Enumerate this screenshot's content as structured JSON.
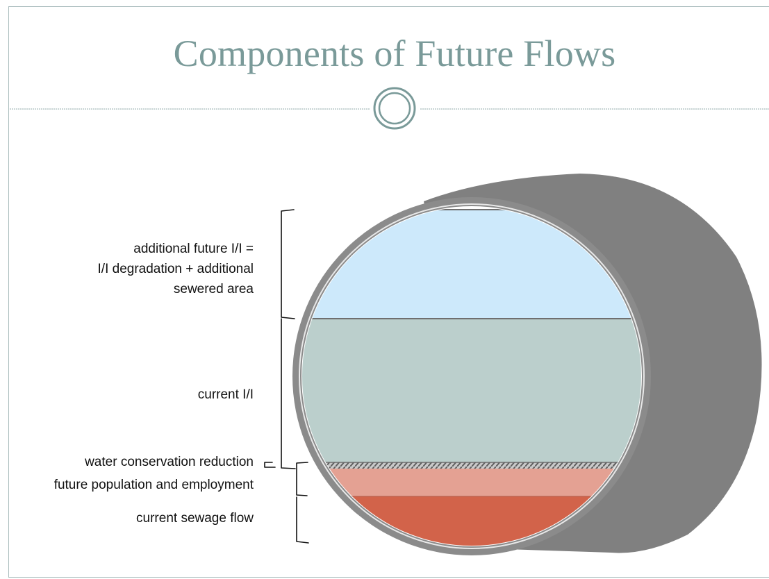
{
  "slide": {
    "title": "Components of Future Flows"
  },
  "labels": {
    "additional_future_ii": [
      "additional future I/I =",
      "I/I degradation + additional",
      "sewered area"
    ],
    "current_ii": "current I/I",
    "water_conservation_reduction": "water conservation reduction",
    "future_population_employment": "future population and employment",
    "current_sewage_flow": "current sewage flow"
  },
  "colors": {
    "title": "#7a9a99",
    "pipe_body": "#808080",
    "pipe_rim": "#8b8b8b",
    "additional_future_ii": "#cde9fb",
    "current_ii": "#bbcfcc",
    "water_conservation": "#9a9a9a",
    "future_population_employment": "#e4a193",
    "current_sewage_flow": "#d2634a"
  }
}
